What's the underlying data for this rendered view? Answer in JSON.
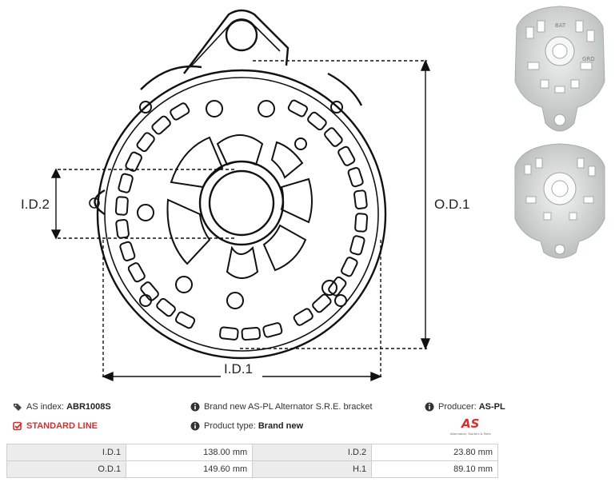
{
  "drawing": {
    "labels": {
      "id1": "I.D.1",
      "id2": "I.D.2",
      "od1": "O.D.1"
    }
  },
  "info": {
    "as_index_label": "AS index:",
    "as_index_value": "ABR1008S",
    "description": "Brand new AS-PL Alternator S.R.E. bracket",
    "producer_label": "Producer:",
    "producer_value": "AS-PL",
    "line_label": "STANDARD LINE",
    "product_type_label": "Product type:",
    "product_type_value": "Brand new"
  },
  "logo": {
    "mark": "AS",
    "tagline": "Alternators, Starters & Parts"
  },
  "thumbnails": {
    "top_marks": [
      "BAT",
      "GRD"
    ]
  },
  "specs": [
    {
      "label": "I.D.1",
      "value": "138.00 mm",
      "label2": "I.D.2",
      "value2": "23.80 mm"
    },
    {
      "label": "O.D.1",
      "value": "149.60 mm",
      "label2": "H.1",
      "value2": "89.10 mm"
    }
  ],
  "colors": {
    "accent_red": "#d32f2f",
    "table_label_bg": "#ececec",
    "line": "#111111"
  }
}
